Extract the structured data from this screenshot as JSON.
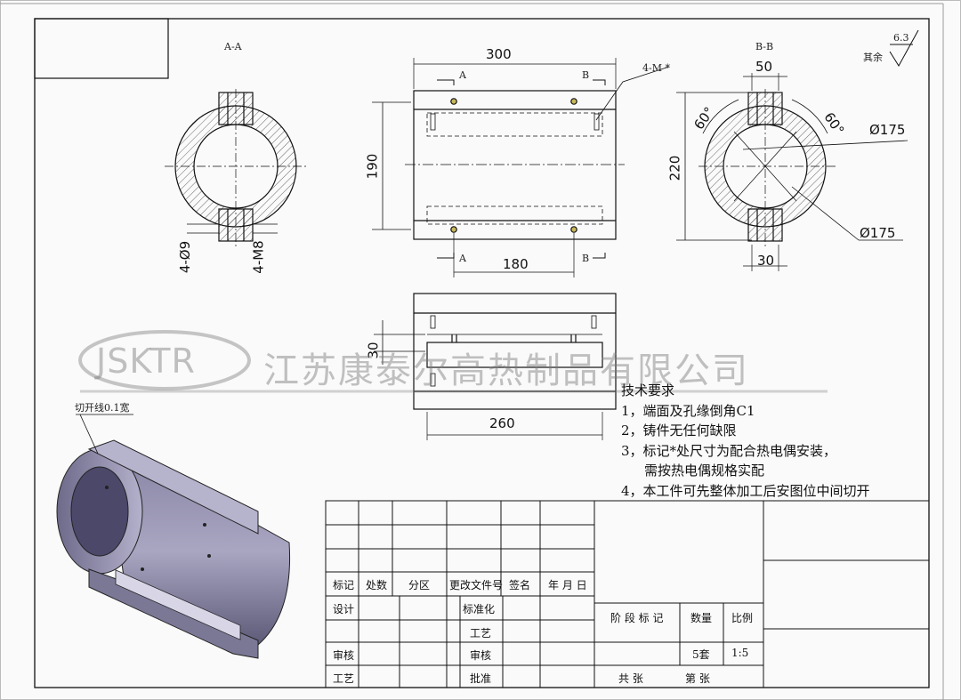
{
  "views": {
    "section_aa": "A-A",
    "section_bb": "B-B"
  },
  "dimensions": {
    "overall_length": "300",
    "overall_height": "190",
    "hole_spacing": "180",
    "bottom_length": "260",
    "bottom_offset": "30",
    "bb_width_top": "50",
    "bb_height": "220",
    "bb_width_bottom": "30",
    "angle_left": "60°",
    "angle_right": "60°",
    "diameter_1": "Ø175",
    "diameter_2": "Ø175",
    "holes_left": "4-Ø9",
    "holes_thread": "4-M8",
    "thread_mark": "4-M *",
    "section_label_a1": "A",
    "section_label_b1": "B",
    "section_label_a2": "A",
    "section_label_b2": "B"
  },
  "surface_finish": {
    "label": "其余",
    "value": "6.3"
  },
  "cut_line_label": "切开线0.1宽",
  "watermark": {
    "logo": "JSKTR",
    "company": "江苏康泰尔高热制品有限公司"
  },
  "technical_requirements": {
    "title": "技术要求",
    "items": [
      "1，端面及孔缘倒角C1",
      "2，铸件无任何缺限",
      "3，标记*处尺寸为配合热电偶安装，",
      "需按热电偶规格实配",
      "4，本工件可先整体加工后安图位中间切开"
    ]
  },
  "title_block": {
    "headers": [
      "标记",
      "处数",
      "分区",
      "更改文件号",
      "签名",
      "年 月 日"
    ],
    "design": "设计",
    "standardize": "标准化",
    "process": "工艺",
    "review": "审核",
    "review2": "审核",
    "process2": "工艺",
    "approve": "批准",
    "stage_mark": "阶 段 标 记",
    "quantity_label": "数量",
    "scale_label": "比例",
    "quantity": "5套",
    "scale": "1:5",
    "total_sheets": "共    张",
    "sheet_no": "第    张"
  }
}
